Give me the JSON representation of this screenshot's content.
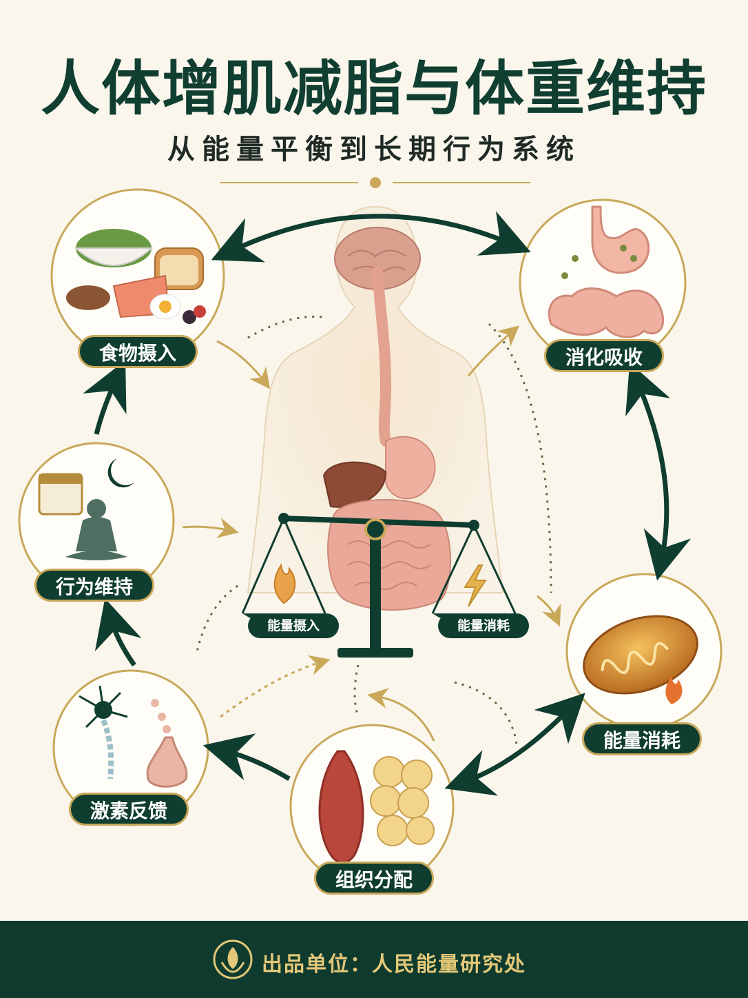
{
  "header": {
    "title": "人体增肌减脂与体重维持",
    "subtitle": "从能量平衡到长期行为系统"
  },
  "nodes": {
    "food_intake": "食物摄入",
    "digestion": "消化吸收",
    "energy_expenditure": "能量消耗",
    "tissue_allocation": "组织分配",
    "hormone_feedback": "激素反馈",
    "behavior_maintenance": "行为维持"
  },
  "scale": {
    "left_pan": "能量摄入",
    "right_pan": "能量消耗"
  },
  "footer": {
    "credit": "出品单位：人民能量研究处"
  },
  "colors": {
    "primary_green": "#0f3d30",
    "gold": "#c9a85a",
    "background": "#faf6ec"
  }
}
